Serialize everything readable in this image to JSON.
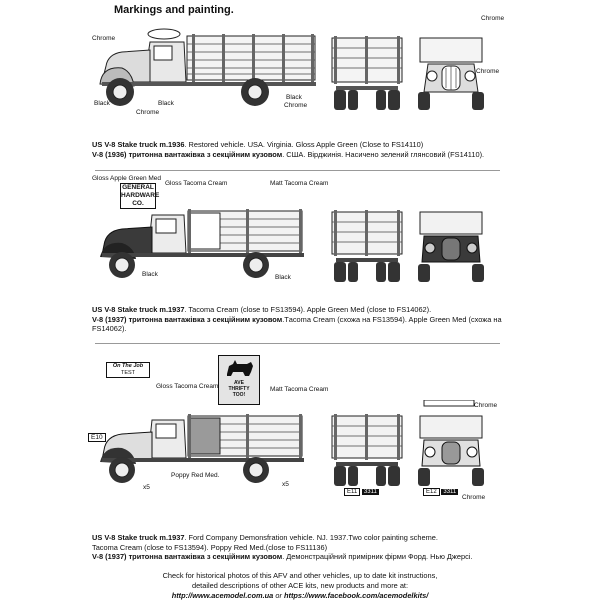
{
  "title": "Markings and painting.",
  "section1": {
    "labels": [
      "Chrome",
      "Black",
      "Chrome",
      "Black",
      "Black",
      "Chrome",
      "Chrome",
      "Chrome"
    ],
    "caption_en_bold": "US V-8 Stake truck m.1936",
    "caption_en": ". Restored vehicle. USA. Virginia. Gloss Apple Green (Close to FS14110)",
    "caption_ua_bold": "V-8 (1936) тритонна вантажівка з секційним кузовом",
    "caption_ua": ". США. Вірджинія. Насичено зелений глянсовий (FS14110)."
  },
  "section2": {
    "labels": [
      "Gloss Apple Green Med",
      "Gloss Tacoma Cream",
      "Matt Tacoma Cream",
      "Black",
      "Black"
    ],
    "sign": [
      "GENERAL",
      "HARDWARE",
      "CO."
    ],
    "caption_en_bold": "US V-8 Stake truck m.1937",
    "caption_en": ". Tacoma Cream (close to FS13594). Apple Green Med (close to FS14062).",
    "caption_ua_bold": "V-8 (1937) тритонна вантажівка з секційним кузовом",
    "caption_ua": ".Тacoma Cream (схожа на FS13594). Apple Green Med (схожа на FS14062)."
  },
  "section3": {
    "labels": [
      "Gloss Tacoma Cream",
      "Matt Tacoma Cream",
      "Poppy Red Med.",
      "Chrome",
      "Chrome"
    ],
    "markers": [
      "E10",
      "E11",
      "E12",
      "x5",
      "x5"
    ],
    "plates": [
      "3311",
      "3311"
    ],
    "sign_text": [
      "On The Job",
      "TEST"
    ],
    "dog_text": [
      "AVE",
      "THRIFTY",
      "TOO!"
    ],
    "caption_en_bold": "US V-8 Stake truck m.1937",
    "caption_en": ". Ford Company Demonsfration vehicle. NJ. 1937.Two color painting scheme.",
    "caption_en2": "Tacoma Cream (close to FS13594). Poppy Red Med.(close to FS11136)",
    "caption_ua_bold": "V-8 (1937) тритонна вантажівка з секційним кузовом",
    "caption_ua": ". Демонстраційний примірник фірми Форд. Нью Джерсі."
  },
  "footer": {
    "line1": "Check for historical photos of this AFV and  other vehicles, up to date kit instructions,",
    "line2": "detailed descriptions of other ACE kits, new products and more at:",
    "link1": "http://www.acemodel.com.ua",
    "or": "or",
    "link2": "https://www.facebook.com/acemodelkits/"
  }
}
